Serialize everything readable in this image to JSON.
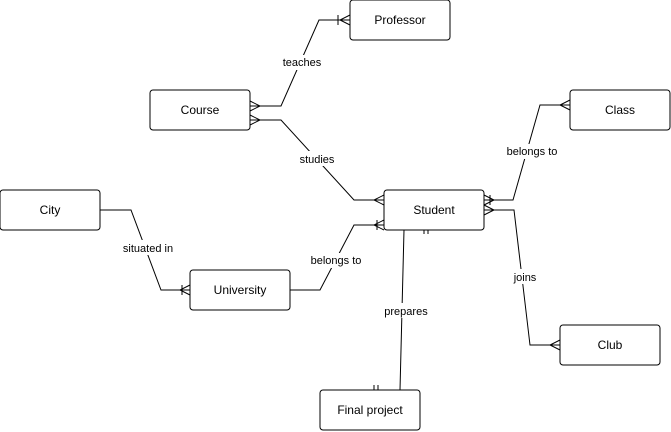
{
  "entities": {
    "professor": "Professor",
    "course": "Course",
    "class": "Class",
    "city": "City",
    "student": "Student",
    "university": "University",
    "club": "Club",
    "final_project": "Final project"
  },
  "relationships": {
    "teaches": "teaches",
    "studies": "studies",
    "belongs_to_class": "belongs to",
    "situated_in": "situated in",
    "belongs_to_university": "belongs to",
    "joins": "joins",
    "prepares": "prepares"
  }
}
